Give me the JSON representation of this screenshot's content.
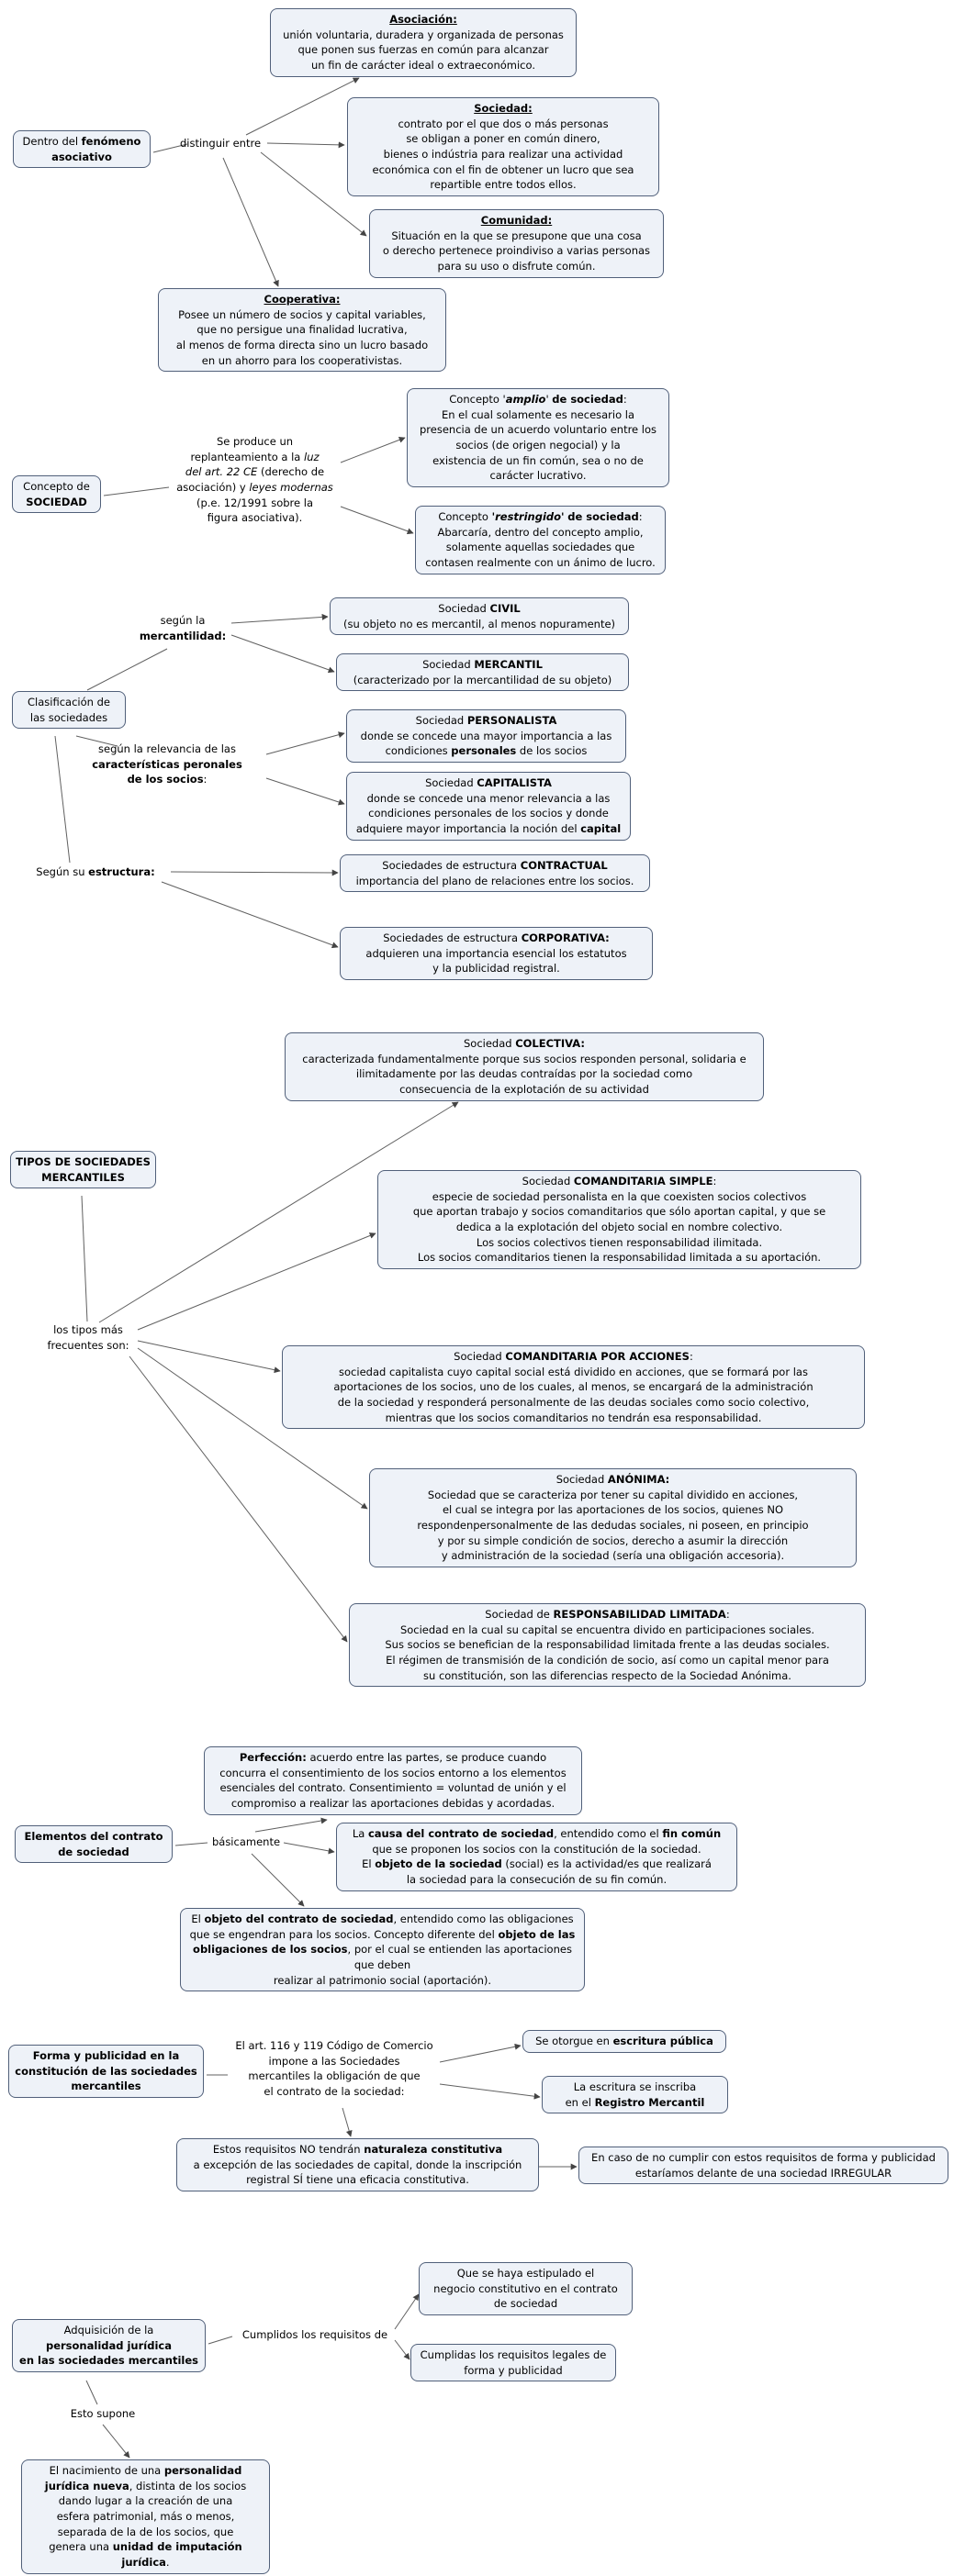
{
  "colors": {
    "node_fill": "#eef2f8",
    "node_border": "#51607a",
    "connector": "#606060",
    "text": "#000000",
    "background": "#ffffff"
  },
  "labels": {
    "distinguir_entre": "distinguir entre",
    "basicamente": "básicamente",
    "cumplidos_requisitos": "Cumplidos los requisitos de",
    "esto_supone": "Esto supone",
    "mercantilidad": [
      {
        "t": "según la"
      },
      {
        "br": true
      },
      {
        "t": "mercantilidad:",
        "b": true
      }
    ],
    "relevancia": [
      {
        "t": "según la relevancia de las"
      },
      {
        "br": true
      },
      {
        "t": "características peronales",
        "b": true
      },
      {
        "br": true
      },
      {
        "t": "de los socios",
        "b": true
      },
      {
        "t": ":"
      }
    ],
    "estructura": [
      {
        "t": "Según su "
      },
      {
        "t": "estructura:",
        "b": true
      }
    ],
    "tipos_frecuentes": [
      {
        "t": "los tipos más"
      },
      {
        "br": true
      },
      {
        "t": "frecuentes son:"
      }
    ]
  },
  "nodes": {
    "asociacion": [
      {
        "t": "Asociación:",
        "b": true,
        "u": true
      },
      {
        "br": true
      },
      {
        "t": "unión voluntaria, duradera y organizada de personas"
      },
      {
        "br": true
      },
      {
        "t": "que ponen sus fuerzas en común para alcanzar"
      },
      {
        "br": true
      },
      {
        "t": "un fin de carácter ideal o extraeconómico."
      }
    ],
    "fenomeno": [
      {
        "t": "Dentro del "
      },
      {
        "t": "fenómeno",
        "b": true
      },
      {
        "br": true
      },
      {
        "t": "asociativo",
        "b": true
      }
    ],
    "sociedad": [
      {
        "t": "Sociedad:",
        "b": true,
        "u": true
      },
      {
        "br": true
      },
      {
        "t": "contrato por el que dos o más personas"
      },
      {
        "br": true
      },
      {
        "t": "se obligan a poner en común dinero,"
      },
      {
        "br": true
      },
      {
        "t": "bienes o indústria para realizar una actividad"
      },
      {
        "br": true
      },
      {
        "t": "económica con el fin de obtener un lucro que sea"
      },
      {
        "br": true
      },
      {
        "t": "repartible entre todos ellos."
      }
    ],
    "comunidad": [
      {
        "t": "Comunidad:",
        "b": true,
        "u": true
      },
      {
        "br": true
      },
      {
        "t": "Situación en la que se presupone que una cosa"
      },
      {
        "br": true
      },
      {
        "t": "o derecho pertenece proindiviso a varias personas"
      },
      {
        "br": true
      },
      {
        "t": "para su uso o disfrute común."
      }
    ],
    "cooperativa": [
      {
        "t": "Cooperativa:",
        "b": true,
        "u": true
      },
      {
        "br": true
      },
      {
        "t": "Posee un número de socios y capital variables,"
      },
      {
        "br": true
      },
      {
        "t": "que no persigue una finalidad lucrativa,"
      },
      {
        "br": true
      },
      {
        "t": "al menos de forma directa sino un lucro basado"
      },
      {
        "br": true
      },
      {
        "t": "en un ahorro para los cooperativistas."
      }
    ],
    "concepto_sociedad": [
      {
        "t": "Concepto de"
      },
      {
        "br": true
      },
      {
        "t": "SOCIEDAD",
        "b": true
      }
    ],
    "replanteamiento": [
      {
        "t": "Se produce un"
      },
      {
        "br": true
      },
      {
        "t": "replanteamiento a la "
      },
      {
        "t": "luz",
        "i": true
      },
      {
        "br": true
      },
      {
        "t": "del art. 22 CE",
        "i": true
      },
      {
        "t": "  (derecho de"
      },
      {
        "br": true
      },
      {
        "t": "asociación) y "
      },
      {
        "t": "leyes modernas",
        "i": true
      },
      {
        "br": true
      },
      {
        "t": "(p.e. 12/1991 sobre la"
      },
      {
        "br": true
      },
      {
        "t": "figura asociativa)."
      }
    ],
    "amplio": [
      {
        "t": "Concepto '"
      },
      {
        "t": "amplio",
        "b": true,
        "i": true
      },
      {
        "t": "'  "
      },
      {
        "t": "de sociedad",
        "b": true
      },
      {
        "t": ":"
      },
      {
        "br": true
      },
      {
        "t": "En el cual solamente es necesario la"
      },
      {
        "br": true
      },
      {
        "t": "presencia de un acuerdo voluntario entre los"
      },
      {
        "br": true
      },
      {
        "t": "socios (de origen negocial) y la"
      },
      {
        "br": true
      },
      {
        "t": "existencia de un fin común, sea o no de"
      },
      {
        "br": true
      },
      {
        "t": "carácter lucrativo."
      }
    ],
    "restringido": [
      {
        "t": "Concepto "
      },
      {
        "t": "'restringido'",
        "b": true,
        "i": true
      },
      {
        "t": "  "
      },
      {
        "t": "de sociedad",
        "b": true
      },
      {
        "t": ":"
      },
      {
        "br": true
      },
      {
        "t": "Abarcaría, dentro del concepto amplio,"
      },
      {
        "br": true
      },
      {
        "t": "solamente aquellas sociedades que"
      },
      {
        "br": true
      },
      {
        "t": "contasen realmente con un ánimo de lucro."
      }
    ],
    "clasificacion": [
      {
        "t": "Clasificación de"
      },
      {
        "br": true
      },
      {
        "t": "las sociedades"
      }
    ],
    "civil": [
      {
        "t": "Sociedad "
      },
      {
        "t": "CIVIL",
        "b": true
      },
      {
        "br": true
      },
      {
        "t": "(su objeto no es mercantil, al menos nopuramente)"
      }
    ],
    "mercantil": [
      {
        "t": "Sociedad "
      },
      {
        "t": "MERCANTIL",
        "b": true
      },
      {
        "br": true
      },
      {
        "t": "(caracterizado por la mercantilidad de su objeto)"
      }
    ],
    "personalista": [
      {
        "t": "Sociedad "
      },
      {
        "t": "PERSONALISTA",
        "b": true
      },
      {
        "br": true
      },
      {
        "t": "donde se concede una mayor importancia a las"
      },
      {
        "br": true
      },
      {
        "t": "condiciones "
      },
      {
        "t": "personales",
        "b": true
      },
      {
        "t": " de los socios"
      }
    ],
    "capitalista": [
      {
        "t": "Sociedad "
      },
      {
        "t": "CAPITALISTA",
        "b": true
      },
      {
        "br": true
      },
      {
        "t": "donde se concede una menor relevancia a las"
      },
      {
        "br": true
      },
      {
        "t": "condiciones personales de los socios y donde"
      },
      {
        "br": true
      },
      {
        "t": "adquiere mayor importancia la noción del "
      },
      {
        "t": "capital",
        "b": true
      }
    ],
    "contractual": [
      {
        "t": "Sociedades de estructura "
      },
      {
        "t": "CONTRACTUAL",
        "b": true
      },
      {
        "br": true
      },
      {
        "t": "importancia del plano de relaciones entre los socios."
      }
    ],
    "corporativa": [
      {
        "t": "Sociedades de estructura "
      },
      {
        "t": "CORPORATIVA:",
        "b": true
      },
      {
        "br": true
      },
      {
        "t": "adquieren una importancia esencial los estatutos"
      },
      {
        "br": true
      },
      {
        "t": "y la publicidad registral."
      }
    ],
    "colectiva": [
      {
        "t": "Sociedad "
      },
      {
        "t": "COLECTIVA:",
        "b": true
      },
      {
        "br": true
      },
      {
        "t": "caracterizada fundamentalmente porque sus socios responden personal, solidaria e"
      },
      {
        "br": true
      },
      {
        "t": "ilimitadamente por las deudas contraídas por la sociedad como"
      },
      {
        "br": true
      },
      {
        "t": "consecuencia de la explotación de su actividad"
      }
    ],
    "tipos": [
      {
        "t": "TIPOS DE SOCIEDADES",
        "b": true
      },
      {
        "br": true
      },
      {
        "t": "MERCANTILES",
        "b": true
      }
    ],
    "comanditaria_simple": [
      {
        "t": "Sociedad "
      },
      {
        "t": "COMANDITARIA SIMPLE",
        "b": true
      },
      {
        "t": ":"
      },
      {
        "br": true
      },
      {
        "t": "especie de sociedad personalista en la que coexisten socios colectivos"
      },
      {
        "br": true
      },
      {
        "t": "que aportan trabajo  y socios comanditarios que sólo aportan capital, y que se"
      },
      {
        "br": true
      },
      {
        "t": "dedica a la explotación del objeto social en nombre colectivo."
      },
      {
        "br": true
      },
      {
        "t": "Los socios colectivos tienen responsabilidad ilimitada."
      },
      {
        "br": true
      },
      {
        "t": "Los socios comanditarios tienen la responsabilidad limitada a su aportación."
      }
    ],
    "comanditaria_acciones": [
      {
        "t": "Sociedad "
      },
      {
        "t": "COMANDITARIA POR ACCIONES",
        "b": true
      },
      {
        "t": ":"
      },
      {
        "br": true
      },
      {
        "t": "sociedad capitalista cuyo capital social está dividido en acciones, que se formará por las"
      },
      {
        "br": true
      },
      {
        "t": "aportaciones de los socios, uno de los cuales, al menos, se encargará de la administración"
      },
      {
        "br": true
      },
      {
        "t": "de la sociedad y responderá personalmente de las deudas sociales como socio colectivo,"
      },
      {
        "br": true
      },
      {
        "t": "mientras que los socios comanditarios no tendrán esa responsabilidad."
      }
    ],
    "anonima": [
      {
        "t": "Sociedad "
      },
      {
        "t": "ANÓNIMA:",
        "b": true
      },
      {
        "br": true
      },
      {
        "t": "Sociedad que se caracteriza por tener su capital dividido en acciones,"
      },
      {
        "br": true
      },
      {
        "t": "el cual se integra por las aportaciones de los socios, quienes NO"
      },
      {
        "br": true
      },
      {
        "t": "respondenpersonalmente de las dedudas sociales, ni poseen, en principio"
      },
      {
        "br": true
      },
      {
        "t": "y por su simple condición de socios, derecho a asumir la dirección"
      },
      {
        "br": true
      },
      {
        "t": "y administración de la sociedad (sería una obligación accesoria)."
      }
    ],
    "limitada": [
      {
        "t": "Sociedad de "
      },
      {
        "t": "RESPONSABILIDAD LIMITADA",
        "b": true
      },
      {
        "t": ":"
      },
      {
        "br": true
      },
      {
        "t": "Sociedad en la cual su capital se encuentra divido en participaciones sociales."
      },
      {
        "br": true
      },
      {
        "t": "Sus socios se benefician de la responsabilidad limitada frente a las deudas sociales."
      },
      {
        "br": true
      },
      {
        "t": "El régimen de transmisión de la condición de socio, así como un capital menor para"
      },
      {
        "br": true
      },
      {
        "t": "su constitución, son las diferencias respecto de la Sociedad Anónima."
      }
    ],
    "perfeccion": [
      {
        "t": "Perfección:",
        "b": true
      },
      {
        "t": " acuerdo entre las partes, se produce cuando"
      },
      {
        "br": true
      },
      {
        "t": "concurra el consentimiento de los socios entorno a los elementos"
      },
      {
        "br": true
      },
      {
        "t": "esenciales del contrato. Consentimiento = voluntad de unión y el"
      },
      {
        "br": true
      },
      {
        "t": "compromiso a realizar las aportaciones debidas y acordadas."
      }
    ],
    "elementos": [
      {
        "t": "Elementos del contrato",
        "b": true
      },
      {
        "br": true
      },
      {
        "t": "de sociedad",
        "b": true
      }
    ],
    "causa": [
      {
        "t": "La "
      },
      {
        "t": "causa del contrato de sociedad",
        "b": true
      },
      {
        "t": ", entendido como el "
      },
      {
        "t": "fin común",
        "b": true
      },
      {
        "br": true
      },
      {
        "t": "que se proponen los socios con la constitución de la sociedad."
      },
      {
        "br": true
      },
      {
        "t": "El "
      },
      {
        "t": "objeto de la sociedad",
        "b": true
      },
      {
        "t": " (social) es la actividad/es que realizará"
      },
      {
        "br": true
      },
      {
        "t": "la sociedad para la consecución de su fin común."
      }
    ],
    "objeto": [
      {
        "t": "El "
      },
      {
        "t": "objeto del contrato de sociedad",
        "b": true
      },
      {
        "t": ", entendido como las obligaciones"
      },
      {
        "br": true
      },
      {
        "t": "que se engendran para los socios. Concepto diferente del "
      },
      {
        "t": "objeto de las",
        "b": true
      },
      {
        "br": true
      },
      {
        "t": "obligaciones de los socios",
        "b": true
      },
      {
        "t": ", por el cual se entienden las aportaciones que deben"
      },
      {
        "br": true
      },
      {
        "t": "realizar al patrimonio social (aportación)."
      }
    ],
    "forma_publicidad": [
      {
        "t": "Forma y publicidad en la",
        "b": true
      },
      {
        "br": true
      },
      {
        "t": "constitución de las sociedades",
        "b": true
      },
      {
        "br": true
      },
      {
        "t": "mercantiles",
        "b": true
      }
    ],
    "art116": [
      {
        "t": "El art. 116 y 119 Código de Comercio"
      },
      {
        "br": true
      },
      {
        "t": "impone a las Sociedades"
      },
      {
        "br": true
      },
      {
        "t": "mercantiles la obligación de que"
      },
      {
        "br": true
      },
      {
        "t": "el contrato de la sociedad:"
      }
    ],
    "escritura": [
      {
        "t": "Se otorgue en "
      },
      {
        "t": "escritura pública",
        "b": true
      }
    ],
    "registro": [
      {
        "t": "La escritura se inscriba"
      },
      {
        "br": true
      },
      {
        "t": "en el "
      },
      {
        "t": "Registro Mercantil",
        "b": true
      }
    ],
    "requisitos": [
      {
        "t": "Estos requisitos NO tendrán "
      },
      {
        "t": "naturaleza constitutiva",
        "b": true
      },
      {
        "br": true
      },
      {
        "t": "a excepción de las sociedades de capital, donde la inscripción"
      },
      {
        "br": true
      },
      {
        "t": "registral SÍ tiene una eficacia constitutiva."
      }
    ],
    "irregular": [
      {
        "t": "En caso de no cumplir con estos requisitos de forma y publicidad"
      },
      {
        "br": true
      },
      {
        "t": "estaríamos delante de una sociedad IRREGULAR"
      }
    ],
    "negocio": [
      {
        "t": "Que se haya estipulado el"
      },
      {
        "br": true
      },
      {
        "t": "negocio constitutivo en el contrato"
      },
      {
        "br": true
      },
      {
        "t": "de sociedad"
      }
    ],
    "adquisicion": [
      {
        "t": "Adquisición de la"
      },
      {
        "br": true
      },
      {
        "t": "personalidad jurídica",
        "b": true
      },
      {
        "br": true
      },
      {
        "t": "en las sociedades mercantiles",
        "b": true
      }
    ],
    "cumplidas": [
      {
        "t": "Cumplidas los requisitos legales de"
      },
      {
        "br": true
      },
      {
        "t": "forma y publicidad"
      }
    ],
    "nacimiento": [
      {
        "t": "El nacimiento de una "
      },
      {
        "t": "personalidad",
        "b": true
      },
      {
        "br": true
      },
      {
        "t": "jurídica nueva",
        "b": true
      },
      {
        "t": ", distinta de los socios"
      },
      {
        "br": true
      },
      {
        "t": "dando lugar a la creación de una"
      },
      {
        "br": true
      },
      {
        "t": "esfera patrimonial, más o menos,"
      },
      {
        "br": true
      },
      {
        "t": "separada de la de los socios, que"
      },
      {
        "br": true
      },
      {
        "t": "genera una "
      },
      {
        "t": "unidad de imputación",
        "b": true
      },
      {
        "br": true
      },
      {
        "t": "jurídica",
        "b": true
      },
      {
        "t": "."
      }
    ]
  }
}
